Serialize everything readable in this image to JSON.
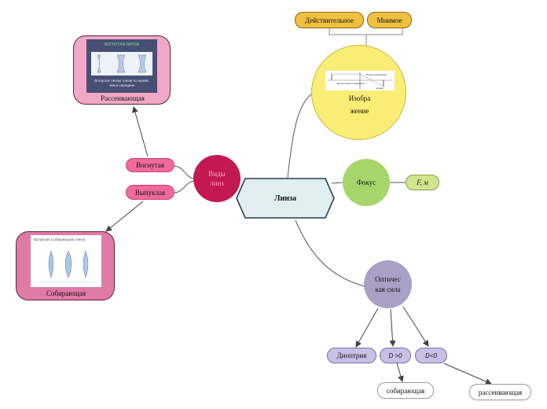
{
  "central": {
    "label": "Линза"
  },
  "lens_kind": {
    "label_line1": "Виды",
    "label_line2": "линз",
    "concave": "Вогнутая",
    "convex": "Выпуклая"
  },
  "diverging_card": {
    "thumb_title": "ВОГНУТАЯ ЛИНЗА",
    "thumb_caption": "Вогнутые линзы толще по краям, чем в середине",
    "caption": "Рассеивающая"
  },
  "converging_card": {
    "thumb_title": "Выпуклая (собирающая) линза",
    "caption": "Собирающая"
  },
  "image": {
    "label_line1": "Изобра",
    "label_line2": "жение",
    "real": "Действительное",
    "virtual": "Мнимое",
    "diagram_text_1": "Мнимое изображение",
    "diagram_text_2": "действительное изображение",
    "diagram_text_3": "предмет"
  },
  "focus": {
    "label": "Фокус",
    "unit": "F, м"
  },
  "power": {
    "label_line1": "Оптичес",
    "label_line2": "кая сила",
    "diopter": "Диоптрия",
    "d_positive": "D >0",
    "d_negative": "D<0",
    "converging": "собирающая",
    "diverging": "рассеивающая"
  },
  "colors": {
    "crimson": "#c41852",
    "pink": "#f06a9b",
    "yellow": "#faed75",
    "orange": "#f0c040",
    "green": "#a6d56a",
    "lightgreen": "#d2e58e",
    "lavender": "#a9a0c6",
    "lightlavender": "#c9c0e6",
    "central_fill": "#e0eef2"
  }
}
